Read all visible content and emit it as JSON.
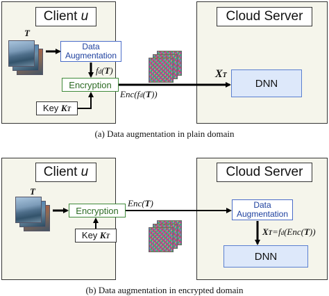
{
  "top": {
    "client_title": "Client u",
    "server_title": "Cloud Server",
    "input_label": "T",
    "augment_label": "Data Augmentation",
    "augment_output_label": "fd(T)",
    "encryption_label": "Encryption",
    "key_label": "Key KT",
    "enc_output_label": "Enc(fd(T))",
    "dnn_input_label": "XT",
    "dnn_label": "DNN",
    "caption": "(a) Data augmentation in plain domain"
  },
  "bottom": {
    "client_title": "Client u",
    "server_title": "Cloud Server",
    "input_label": "T",
    "encryption_label": "Encryption",
    "key_label": "Key KT",
    "enc_output_label": "Enc(T)",
    "augment_label": "Data Augmentation",
    "dnn_input_label": "XT=fd(Enc(T))",
    "dnn_label": "DNN",
    "caption": "(b) Data augmentation in encrypted domain"
  },
  "colors": {
    "panel_bg": "#f5f5eb",
    "augment_border": "#4a6cc9",
    "encryption_border": "#3f8a3a",
    "dnn_bg": "#dde8fa"
  }
}
